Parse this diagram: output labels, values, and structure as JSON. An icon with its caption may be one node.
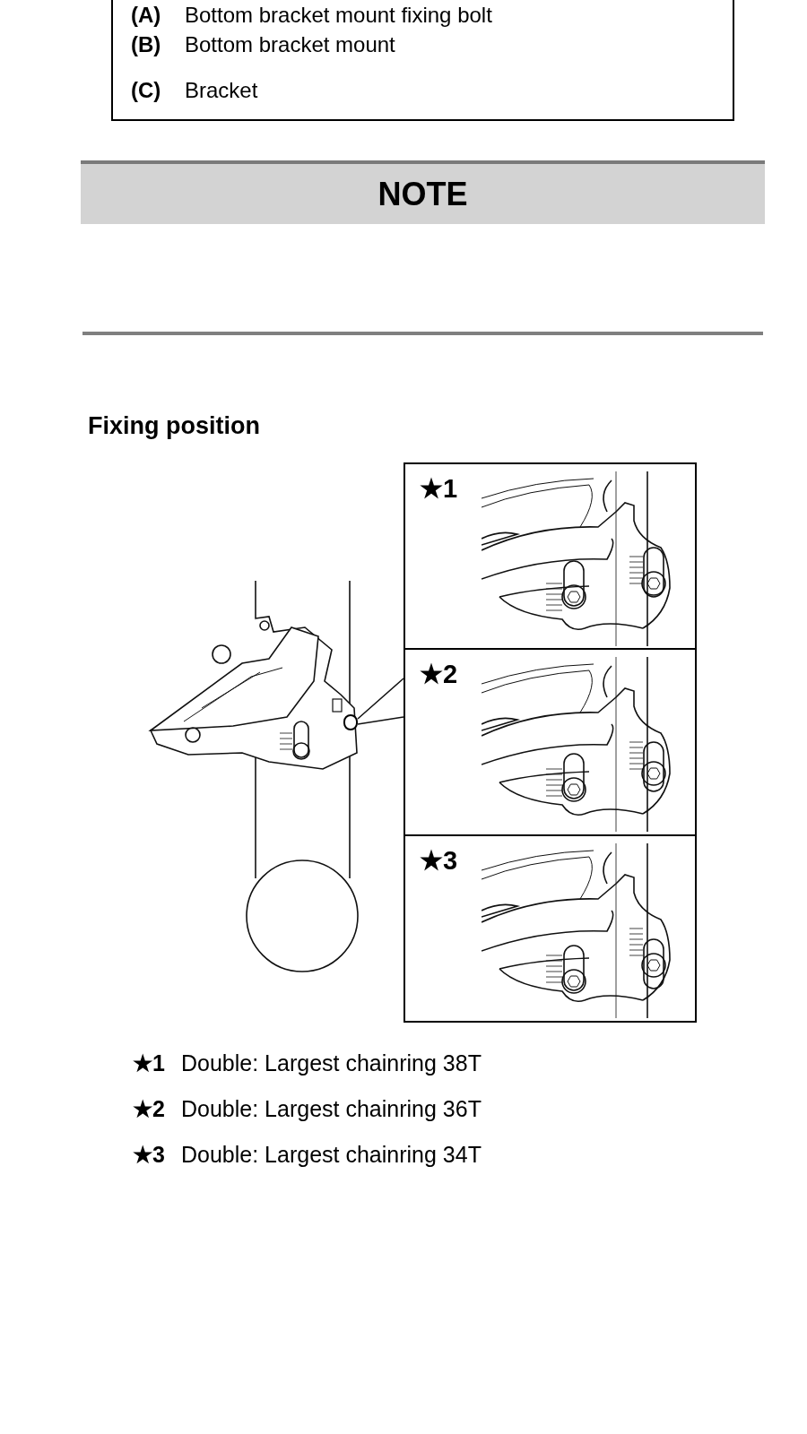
{
  "diagram": {
    "nodes": [
      {
        "text": [],
        "shape": "circle"
      },
      {
        "text": [
          "★1"
        ]
      },
      {
        "text": [
          "★2"
        ]
      },
      {
        "text": [
          "★3"
        ]
      }
    ],
    "edges": [
      {
        "from": 0,
        "to": 2,
        "arrow": "none"
      }
    ],
    "labels": [
      "(A)",
      "Bottom bracket mount fixing bolt",
      "(B)",
      "Bottom bracket mount",
      "(C)",
      "Bracket",
      "NOTE",
      "Fixing position",
      "★1",
      "Double: Largest chainring 38T",
      "★2",
      "Double: Largest chainring 36T",
      "★3",
      "Double: Largest chainring 34T"
    ]
  }
}
